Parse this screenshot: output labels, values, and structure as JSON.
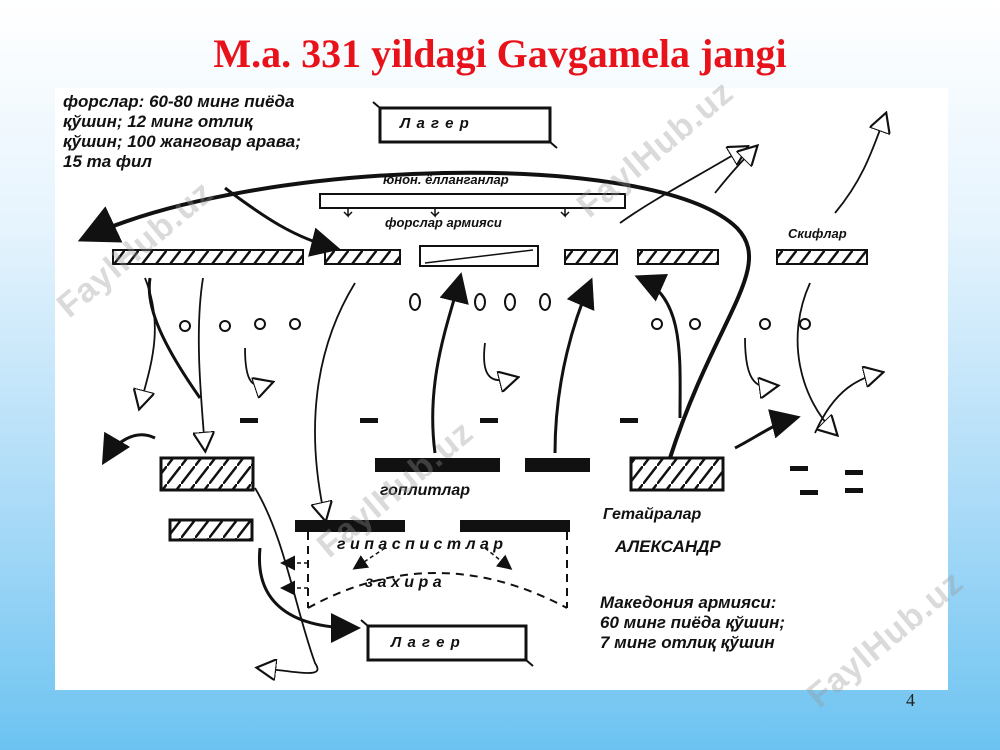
{
  "slide": {
    "title": "M.a. 331 yildagi Gavgamela  jangi",
    "page_number": "4"
  },
  "persian_note": "форслар: 60-80 минг пиёда\nқўшин; 12 минг отлиқ\nқўшин; 100 жанговар арава;\n15 та фил",
  "macedonian_note": "Македония армияси:\n60 минг пиёда қўшин;\n7 минг отлиқ қўшин",
  "labels": {
    "camp_top": "Л а г е р",
    "camp_bottom": "Л а г е р",
    "greek_mercenaries": "юнон. ёлланганлар",
    "persian_army": "форслар армияси",
    "scythians": "Скифлар",
    "hoplites": "гоплитлар",
    "getairoi": "Гетайралар",
    "alexander": "АЛЕКСАНДР",
    "hypaspists": "г и п а с п и с т л а р",
    "reserve": "з а х и р а"
  },
  "watermark": "FaylHub.uz",
  "colors": {
    "title": "#e8121b",
    "ink": "#111111"
  }
}
